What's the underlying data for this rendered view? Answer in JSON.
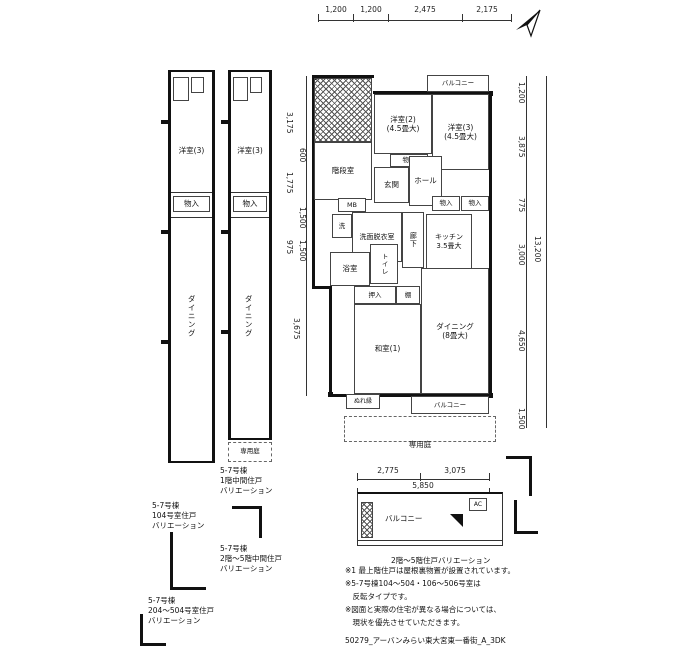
{
  "title": "50279_アーバンみらい東大宮東一番街_A_3DK",
  "dims": {
    "top": [
      "1,200",
      "1,200",
      "2,475",
      "2,175"
    ],
    "left": [
      "3,175",
      "600",
      "1,775",
      "1,500",
      "975",
      "1,500",
      "3,675"
    ],
    "right": [
      "1,200",
      "3,875",
      "775",
      "3,000",
      "4,650",
      "1,500"
    ],
    "right_total": "13,200",
    "bottom": [
      "2,775",
      "3,075"
    ],
    "bottom_total": "5,850"
  },
  "main": {
    "balcony_top": "バルコニー",
    "stair": "階段室",
    "west2": "洋室(2)\n(4.5畳大)",
    "west3": "洋室(3)\n(4.5畳大)",
    "closet_a": "物入",
    "closet_b": "物入",
    "closet_c": "物入",
    "entrance": "玄関",
    "hall": "ホール",
    "mb": "MB",
    "washer": "洗",
    "washroom": "洗面脱衣室",
    "bath": "浴室",
    "toilet": "トイレ",
    "corridor": "廊下",
    "kitchen": "キッチン\n3.5畳大",
    "oshiire": "押入",
    "tana": "棚",
    "washitsu": "和室(1)",
    "dining": "ダイニング\n(8畳大)",
    "nureen": "ぬれ縁",
    "balcony_bottom": "バルコニー",
    "garden": "専用庭"
  },
  "strip_a": {
    "west3": "洋室(3)",
    "closet": "物入",
    "dining": "ダイニング"
  },
  "strip_b": {
    "west3": "洋室(3)",
    "closet": "物入",
    "dining": "ダイニング",
    "garden": "専用庭"
  },
  "variations": {
    "first_floor_mid": "5-7号棟\n1階中間住戸\nバリエーション",
    "room104": "5-7号棟\n104号室住戸\nバリエーション",
    "mid_2to5": "5-7号棟\n2階〜5階中間住戸\nバリエーション",
    "room204to504": "5-7号棟\n204〜504号室住戸\nバリエーション"
  },
  "balcony_detail": {
    "label": "バルコニー",
    "ac": "AC",
    "caption": "2階〜5階住戸バリエーション"
  },
  "notes": [
    "※1 最上階住戸は屋根裏物置が設置されています。",
    "※5-7号棟104〜504・106〜506号室は",
    "　反転タイプです。",
    "※図面と実際の住宅が異なる場合については、",
    "　現状を優先させていただきます。"
  ]
}
